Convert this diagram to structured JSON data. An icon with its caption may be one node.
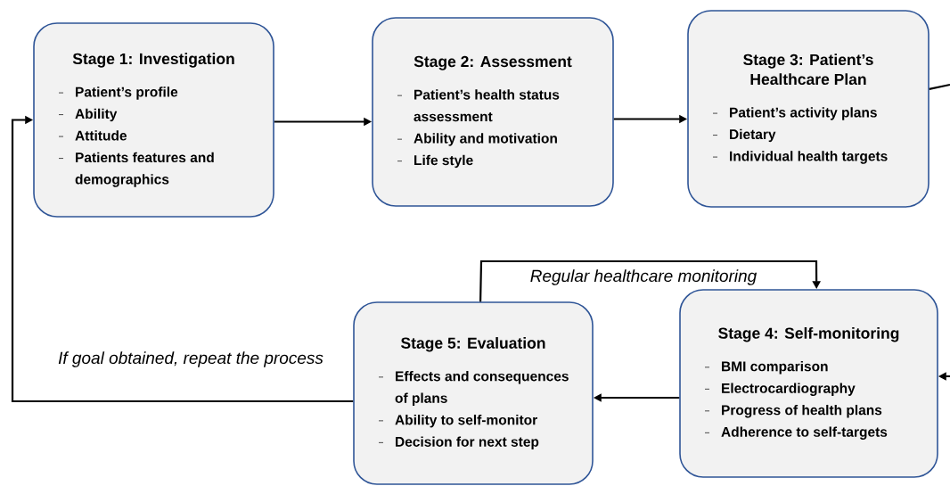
{
  "diagram": {
    "nodes": [
      {
        "text": [
          "Stage 1: Investigation",
          "Patient’s profile",
          "Ability",
          "Attitude",
          "Patients features and demographics"
        ]
      },
      {
        "text": [
          "Stage 2: Assessment",
          "Patient’s health status assessment",
          "Ability and motivation",
          "Life style"
        ]
      },
      {
        "text": [
          "Stage 3: Patient’s Healthcare Plan",
          "Patient’s activity plans",
          "Dietary",
          "Individual health targets"
        ]
      },
      {
        "text": [
          "Stage 4: Self-monitoring",
          "BMI comparison",
          "Electrocardiography",
          "Progress of health plans",
          "Adherence to self-targets"
        ]
      },
      {
        "text": [
          "Stage 5: Evaluation",
          "Effects and consequences of plans",
          "Ability to self-monitor",
          "Decision for next step"
        ]
      }
    ],
    "edges": [
      {
        "from": 0,
        "to": 1,
        "arrow": "to"
      },
      {
        "from": 1,
        "to": 2,
        "arrow": "to"
      },
      {
        "from": 2,
        "to": null,
        "arrow": "none"
      },
      {
        "from": null,
        "to": 3,
        "arrow": "to"
      },
      {
        "from": 3,
        "to": 4,
        "arrow": "to"
      },
      {
        "from": 4,
        "to": 0,
        "arrow": "to",
        "label": "If goal obtained, repeat the process"
      },
      {
        "from": 4,
        "to": 3,
        "arrow": "to",
        "label": "Regular healthcare monitoring"
      }
    ]
  }
}
